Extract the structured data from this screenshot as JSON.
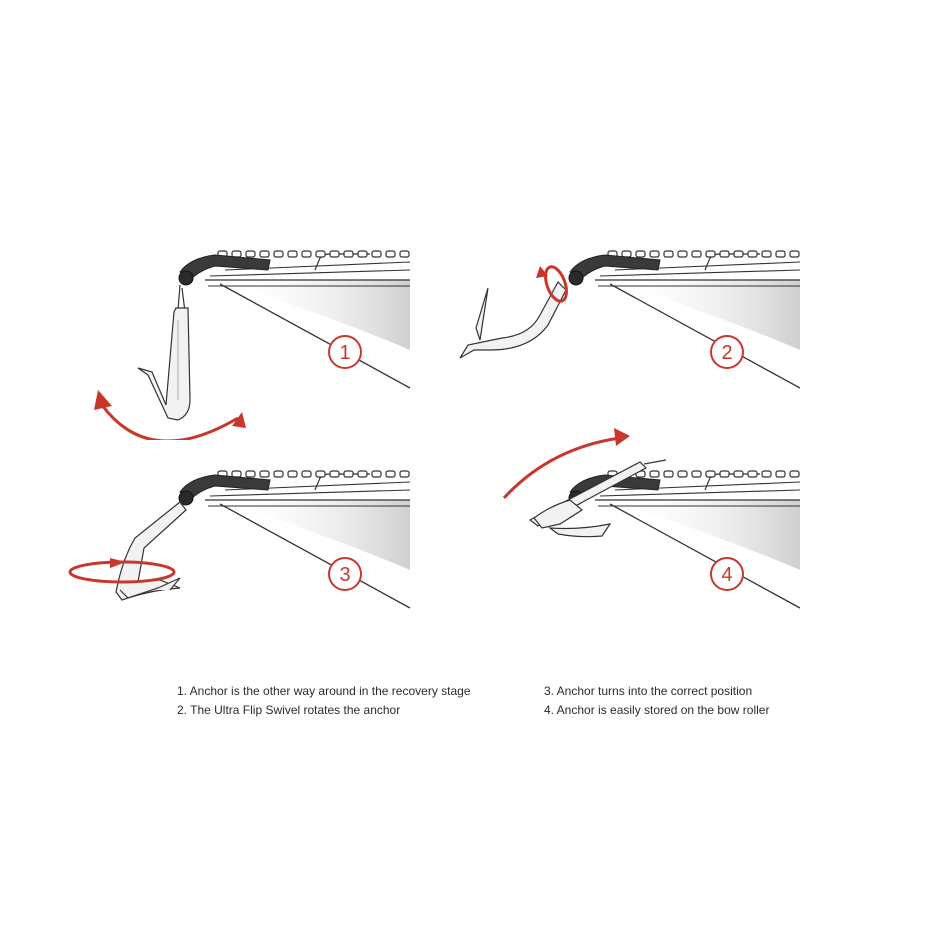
{
  "steps": [
    {
      "number": "1",
      "caption": "1. Anchor is the other way around in the recovery stage"
    },
    {
      "number": "2",
      "caption": "2. The Ultra Flip Swivel rotates the anchor"
    },
    {
      "number": "3",
      "caption": "3. Anchor turns into the correct position"
    },
    {
      "number": "4",
      "caption": "4. Anchor is easily stored on the bow roller"
    }
  ],
  "colors": {
    "accent_red": "#c9372c",
    "outline": "#333333",
    "hull_shade": "#d9d9d9",
    "anchor_fill": "#f2f2f2",
    "roller_dark": "#3a3a3a"
  }
}
